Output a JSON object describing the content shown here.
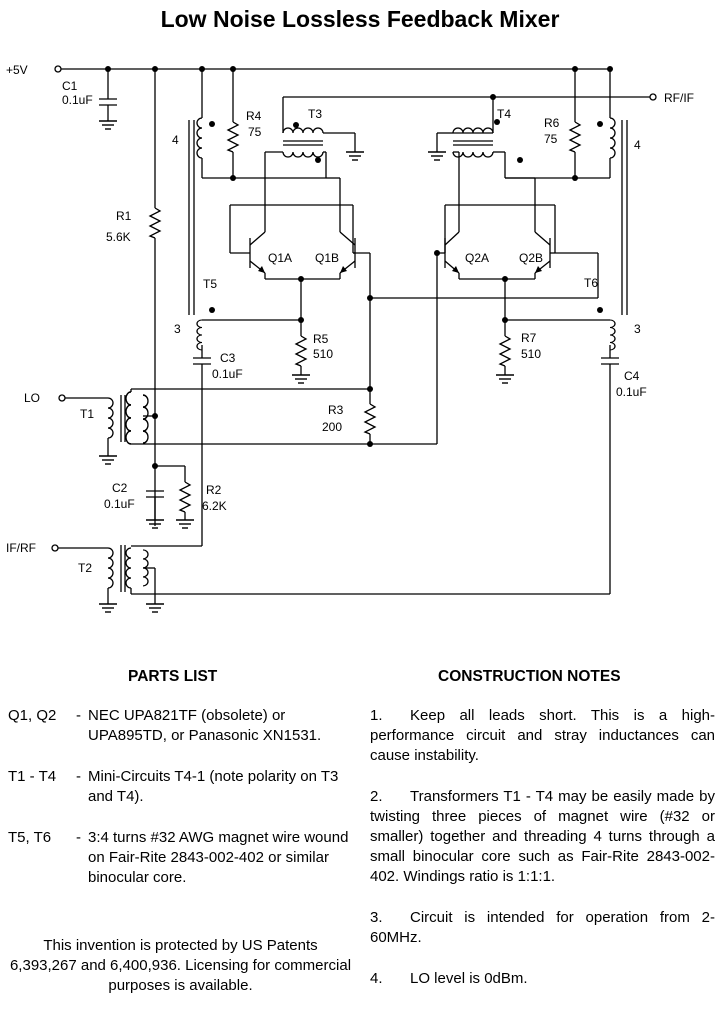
{
  "title": "Low Noise Lossless Feedback Mixer",
  "schematic": {
    "ports": {
      "vcc": "+5V",
      "rf_if": "RF/IF",
      "lo": "LO",
      "if_rf": "IF/RF"
    },
    "labels": {
      "c1_ref": "C1",
      "c1_val": "0.1uF",
      "r1_ref": "R1",
      "r1_val": "5.6K",
      "r4_ref": "R4",
      "r4_val": "75",
      "r6_ref": "R6",
      "r6_val": "75",
      "t3_ref": "T3",
      "t4_ref": "T4",
      "turns_left_top": "4",
      "turns_right_top": "4",
      "q1a": "Q1A",
      "q1b": "Q1B",
      "q2a": "Q2A",
      "q2b": "Q2B",
      "t5_ref": "T5",
      "t6_ref": "T6",
      "turns_left_bot": "3",
      "turns_right_bot": "3",
      "r5_ref": "R5",
      "r5_val": "510",
      "r7_ref": "R7",
      "r7_val": "510",
      "c3_ref": "C3",
      "c3_val": "0.1uF",
      "c4_ref": "C4",
      "c4_val": "0.1uF",
      "t1_ref": "T1",
      "t2_ref": "T2",
      "r3_ref": "R3",
      "r3_val": "200",
      "c2_ref": "C2",
      "c2_val": "0.1uF",
      "r2_ref": "R2",
      "r2_val": "6.2K"
    }
  },
  "parts_list": {
    "heading": "PARTS LIST",
    "items": [
      {
        "ref": "Q1, Q2",
        "dash": "-",
        "desc": "NEC UPA821TF (obsolete) or UPA895TD, or Panasonic XN1531."
      },
      {
        "ref": "T1 - T4",
        "dash": "-",
        "desc": "Mini-Circuits T4-1 (note polarity on T3 and T4)."
      },
      {
        "ref": "T5, T6",
        "dash": "-",
        "desc": "3:4 turns #32 AWG magnet wire wound on Fair-Rite 2843-002-402 or similar binocular core."
      }
    ],
    "patent_note": "This invention is protected by US Patents 6,393,267 and 6,400,936. Licensing for commercial purposes is available."
  },
  "construction_notes": {
    "heading": "CONSTRUCTION NOTES",
    "items": [
      {
        "num": "1.",
        "text": "Keep all leads short. This is a high-performance circuit and stray inductances can cause instability."
      },
      {
        "num": "2.",
        "text": "Transformers T1 - T4 may be easily made by twisting three pieces of magnet wire (#32 or smaller) together and threading 4 turns through a small binocular core such as Fair-Rite 2843-002-402. Windings ratio is 1:1:1."
      },
      {
        "num": "3.",
        "text": "Circuit is intended for operation from 2-60MHz."
      },
      {
        "num": "4.",
        "text": "LO level is 0dBm."
      }
    ]
  }
}
